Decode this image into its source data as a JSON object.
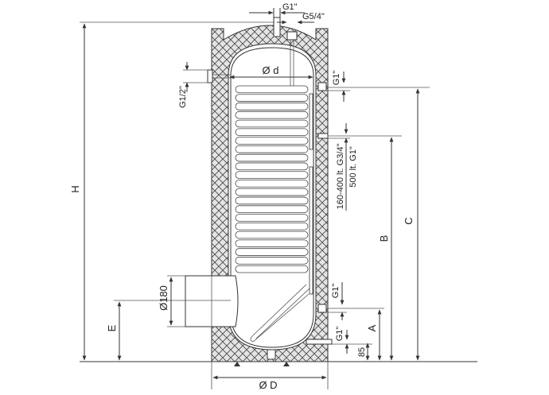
{
  "labels": {
    "H": "H",
    "C": "C",
    "B": "B",
    "A": "A",
    "E": "E",
    "dim_85": "85",
    "outer_diameter": "Ø D",
    "inner_diameter": "Ø d",
    "flange_diameter": "Ø180",
    "top_outlet": "G1\"",
    "top_anode": "G5/4\"",
    "thermometer": "G1/2\"",
    "coil_upper": "G1\"",
    "recirc_small": "160-400 lt. G3/4\"",
    "recirc_large": "500 lt. G1\"",
    "coil_lower": "G1\"",
    "cold_inlet": "G1\""
  },
  "coil_turns": 22
}
